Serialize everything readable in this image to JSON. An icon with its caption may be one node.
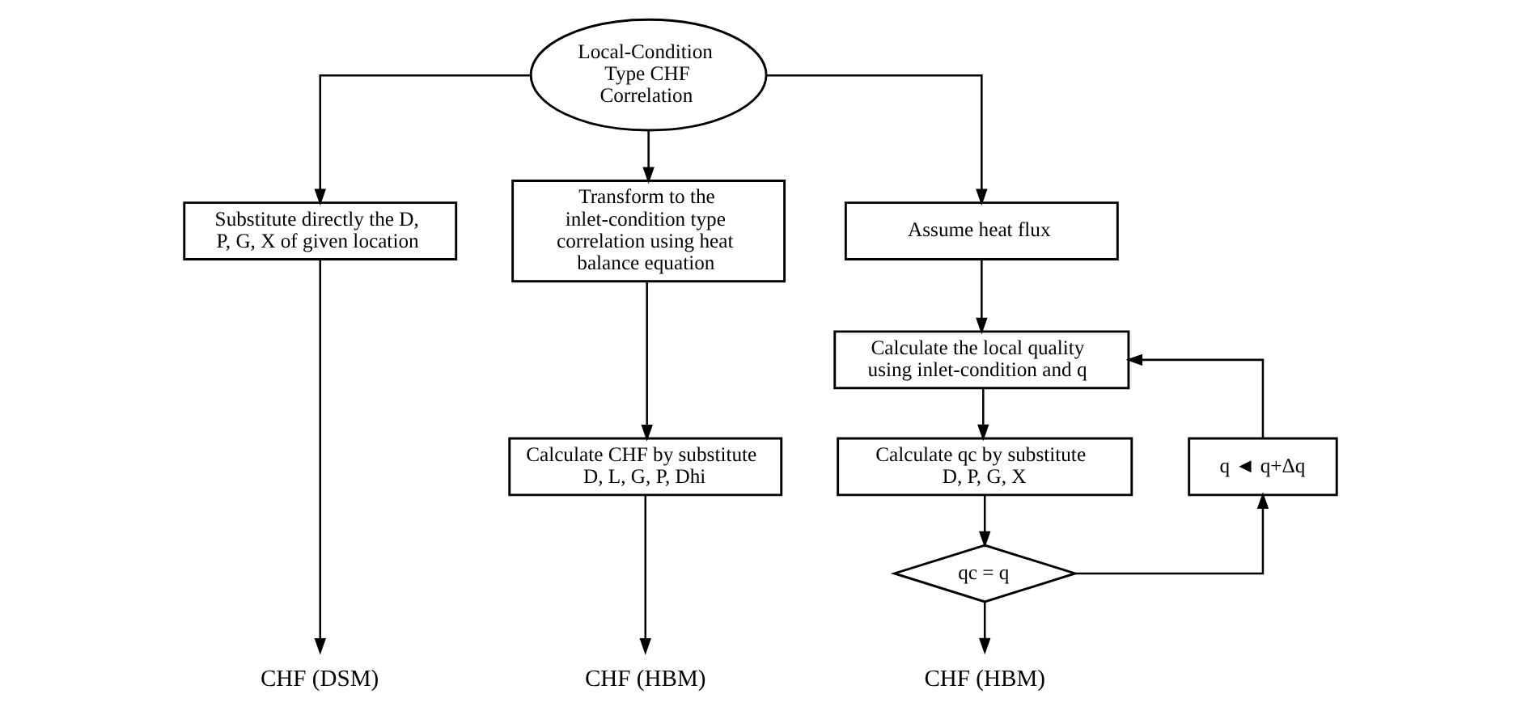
{
  "diagram": {
    "nodes": [
      {
        "text": [
          "Local-Condition Type CHF Correlation"
        ]
      },
      {
        "text": [
          "Substitute directly the D, P, G, X of given location"
        ]
      },
      {
        "text": [
          "Transform to the inlet-condition type correlation using heat balance equation"
        ]
      },
      {
        "text": [
          "Assume heat flux"
        ]
      },
      {
        "text": [
          "Calculate CHF by substitute D, L, G, P, Dhi"
        ]
      },
      {
        "text": [
          "Calculate the local quality using inlet-condition and q"
        ]
      },
      {
        "text": [
          "q ◄ q+Δq"
        ]
      },
      {
        "text": [
          "Calculate qc by substitute D, P, G, X"
        ]
      },
      {
        "text": [
          "qc = q"
        ]
      },
      {
        "text": [
          "CHF (DSM)"
        ]
      },
      {
        "text": [
          "CHF (HBM)"
        ]
      },
      {
        "text": [
          "CHF (HBM)"
        ]
      }
    ],
    "edges": [
      {
        "from": 0,
        "to": 1,
        "arrow": "to"
      },
      {
        "from": 0,
        "to": 2,
        "arrow": "to"
      },
      {
        "from": 0,
        "to": 3,
        "arrow": "to"
      },
      {
        "from": 1,
        "to": 9,
        "arrow": "to"
      },
      {
        "from": 2,
        "to": 4,
        "arrow": "to"
      },
      {
        "from": 4,
        "to": 10,
        "arrow": "to"
      },
      {
        "from": 3,
        "to": 5,
        "arrow": "to"
      },
      {
        "from": 5,
        "to": 7,
        "arrow": "to"
      },
      {
        "from": 7,
        "to": 8,
        "arrow": "to"
      },
      {
        "from": 8,
        "to": 11,
        "arrow": "to"
      },
      {
        "from": 8,
        "to": 6,
        "arrow": "to"
      },
      {
        "from": 6,
        "to": 5,
        "arrow": "to"
      }
    ]
  }
}
